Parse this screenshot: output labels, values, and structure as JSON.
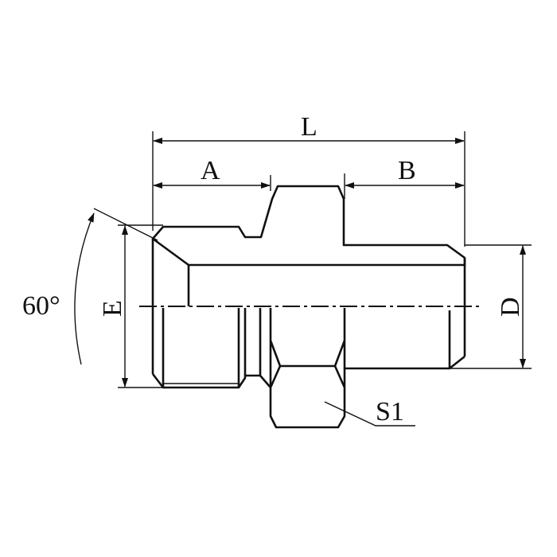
{
  "title": "Hydraulic adapter fitting drawing",
  "dimensions": {
    "overall_length": "L",
    "left_thread_length": "A",
    "right_thread_length": "B",
    "left_thread_diameter": "E",
    "right_thread_diameter": "D",
    "hex_size": "S1",
    "cone_angle": "60°"
  },
  "colors": {
    "line": "#111111",
    "background": "#ffffff"
  }
}
